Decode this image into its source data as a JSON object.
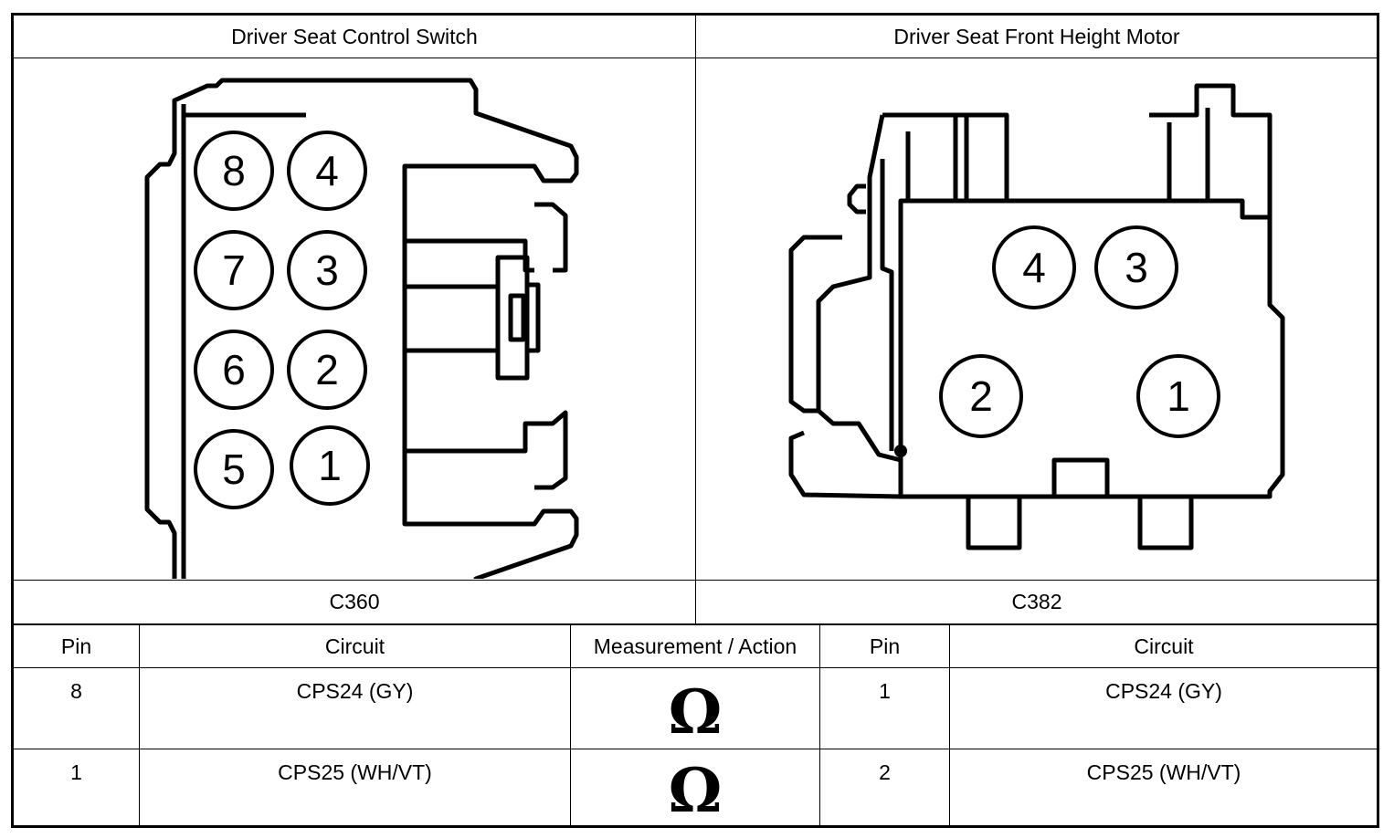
{
  "headers": {
    "left_component": "Driver Seat Control Switch",
    "right_component": "Driver Seat Front Height Motor"
  },
  "connectors": {
    "left": {
      "id": "C360",
      "pins": [
        "8",
        "4",
        "7",
        "3",
        "6",
        "2",
        "5",
        "1"
      ]
    },
    "right": {
      "id": "C382",
      "pins": [
        "4",
        "3",
        "2",
        "1"
      ]
    }
  },
  "table": {
    "columns": [
      "Pin",
      "Circuit",
      "Measurement / Action",
      "Pin",
      "Circuit"
    ],
    "rows": [
      {
        "pin_a": "8",
        "circuit_a": "CPS24 (GY)",
        "action": "Ω",
        "pin_b": "1",
        "circuit_b": "CPS24 (GY)"
      },
      {
        "pin_a": "1",
        "circuit_a": "CPS25 (WH/VT)",
        "action": "Ω",
        "pin_b": "2",
        "circuit_b": "CPS25 (WH/VT)"
      }
    ]
  }
}
